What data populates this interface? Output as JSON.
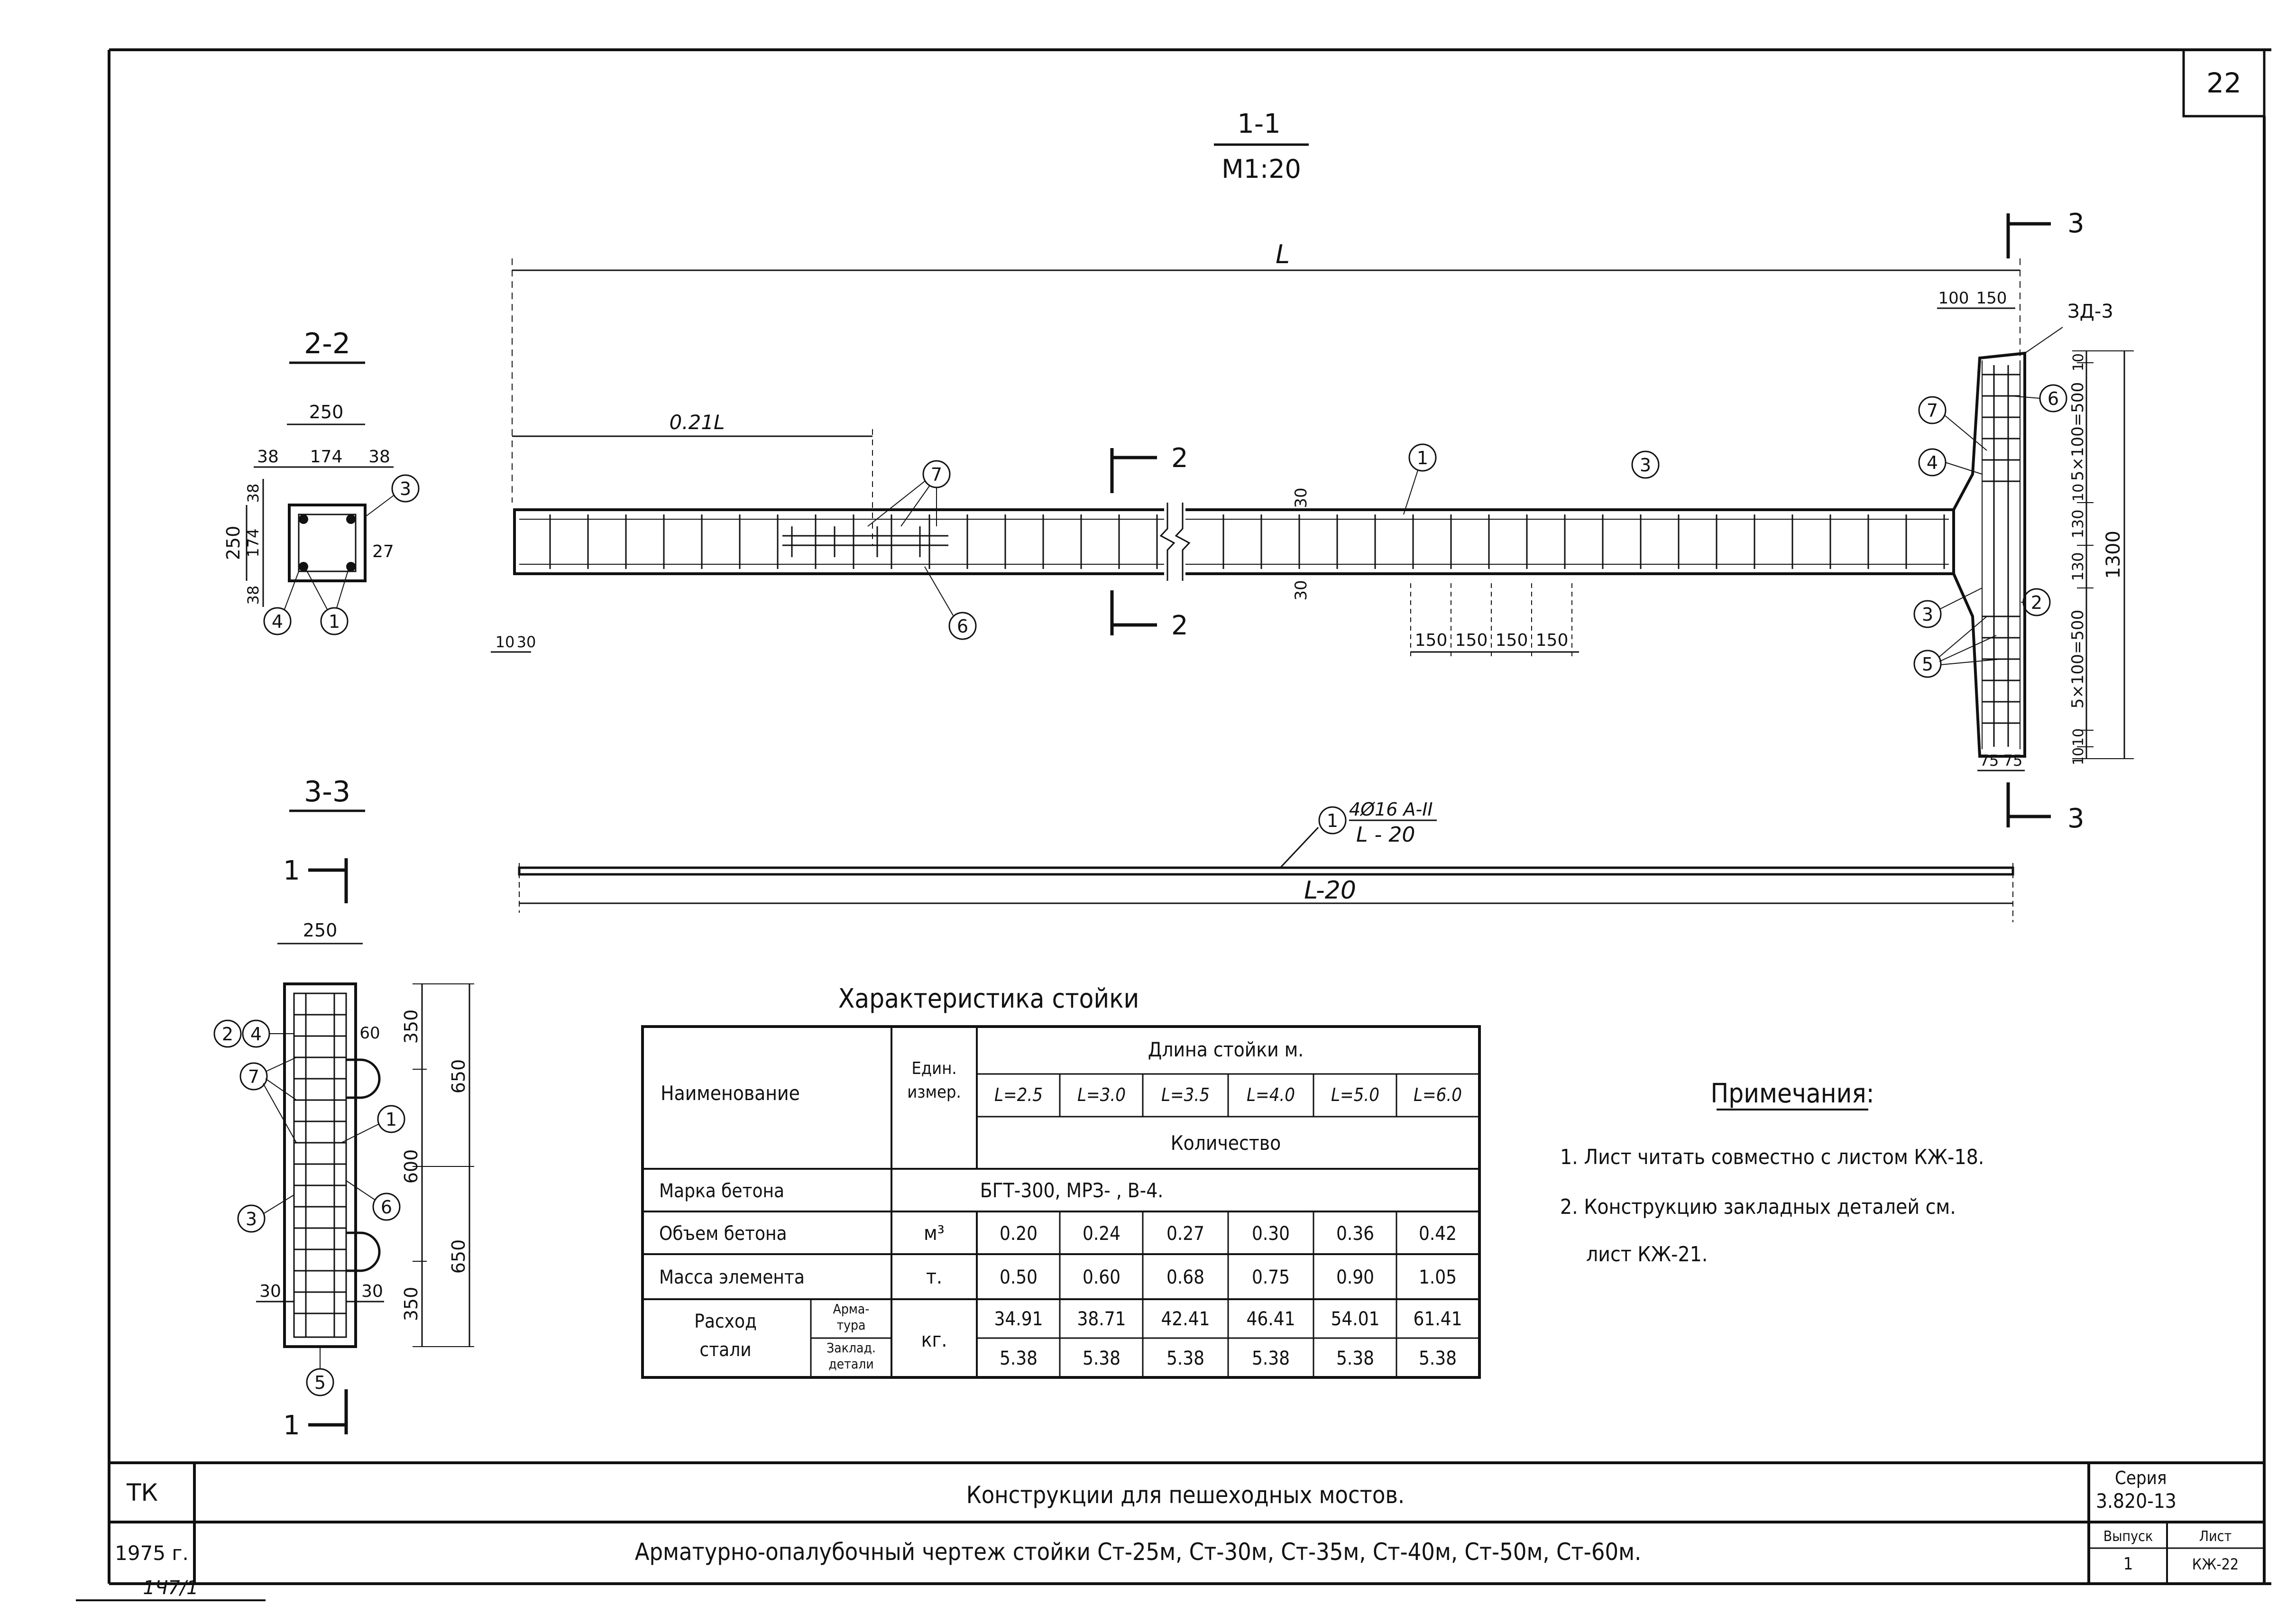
{
  "sheet": {
    "number": "22",
    "stamp_number": "1Ч7/1"
  },
  "section_1_1": {
    "title": "1-1",
    "scale": "M1:20",
    "dim_L": "L",
    "dim_021L": "0.21L",
    "dim_100": "100",
    "dim_150": "150",
    "label_3d3": "ЗД-3",
    "dims_vertical": [
      "10",
      "5×100=500",
      "10",
      "130",
      "130",
      "5×100=500",
      "10",
      "10"
    ],
    "dim_1300": "1300",
    "dims_bottom": [
      "150",
      "150",
      "150",
      "150"
    ],
    "dim_10_30": "10",
    "dim_30_left": "30",
    "dim_30_top": "30",
    "dim_30_bot": "30",
    "dims_base": [
      "75",
      "75"
    ],
    "cut_2": "2",
    "cut_3": "3",
    "callouts": [
      "1",
      "2",
      "3",
      "4",
      "5",
      "6",
      "7"
    ]
  },
  "bar_1": {
    "callout": "1",
    "spec": "4Ø16 A-II",
    "length": "L - 20",
    "dim": "L-20"
  },
  "section_2_2": {
    "title": "2-2",
    "dim_250_top": "250",
    "dims_top": [
      "38",
      "174",
      "38"
    ],
    "dim_250_left": "250",
    "dims_left": [
      "38",
      "174",
      "38"
    ],
    "dim_27": "27",
    "callouts": [
      "3",
      "4",
      "1"
    ]
  },
  "section_3_3": {
    "title": "3-3",
    "cut": "1",
    "dim_250": "250",
    "dim_60": "60",
    "dims_right": [
      "350",
      "650",
      "600",
      "650",
      "350"
    ],
    "dim_30_l": "30",
    "dim_30_r": "30",
    "callouts": [
      "2",
      "4",
      "7",
      "1",
      "3",
      "6",
      "5"
    ]
  },
  "table": {
    "title": "Характеристика стойки",
    "header_name": "Наименование",
    "header_unit": "Един. измер.",
    "header_length": "Длина стойки м.",
    "lengths": [
      "L=2.5",
      "L=3.0",
      "L=3.5",
      "L=4.0",
      "L=5.0",
      "L=6.0"
    ],
    "header_qty": "Количество",
    "rows": [
      {
        "name": "Марка бетона",
        "unit": "",
        "merged": "БГТ-300, МРЗ-      , В-4."
      },
      {
        "name": "Объем бетона",
        "unit": "м³",
        "values": [
          "0.20",
          "0.24",
          "0.27",
          "0.30",
          "0.36",
          "0.42"
        ]
      },
      {
        "name": "Масса элемента",
        "unit": "т.",
        "values": [
          "0.50",
          "0.60",
          "0.68",
          "0.75",
          "0.90",
          "1.05"
        ]
      }
    ],
    "steel": {
      "name": "Расход стали",
      "unit": "кг.",
      "sub1": "Арма- тура",
      "sub2": "Заклад. детали",
      "values1": [
        "34.91",
        "38.71",
        "42.41",
        "46.41",
        "54.01",
        "61.41"
      ],
      "values2": [
        "5.38",
        "5.38",
        "5.38",
        "5.38",
        "5.38",
        "5.38"
      ]
    }
  },
  "notes": {
    "title": "Примечания:",
    "items": [
      "1. Лист читать совместно с листом КЖ-18.",
      "2. Конструкцию закладных деталей см.",
      "лист КЖ-21."
    ]
  },
  "title_block": {
    "org": "ТК",
    "year": "1975 г.",
    "line1": "Конструкции для пешеходных мостов.",
    "line2": "Арматурно-опалубочный чертеж стойки Ст-25м, Ст-30м, Ст-35м, Ст-40м, Ст-50м, Ст-60м.",
    "series_label": "Серия",
    "series_value": "3.820-13",
    "issue_label": "Выпуск",
    "issue_value": "1",
    "sheet_label": "Лист",
    "sheet_value": "КЖ-22"
  }
}
